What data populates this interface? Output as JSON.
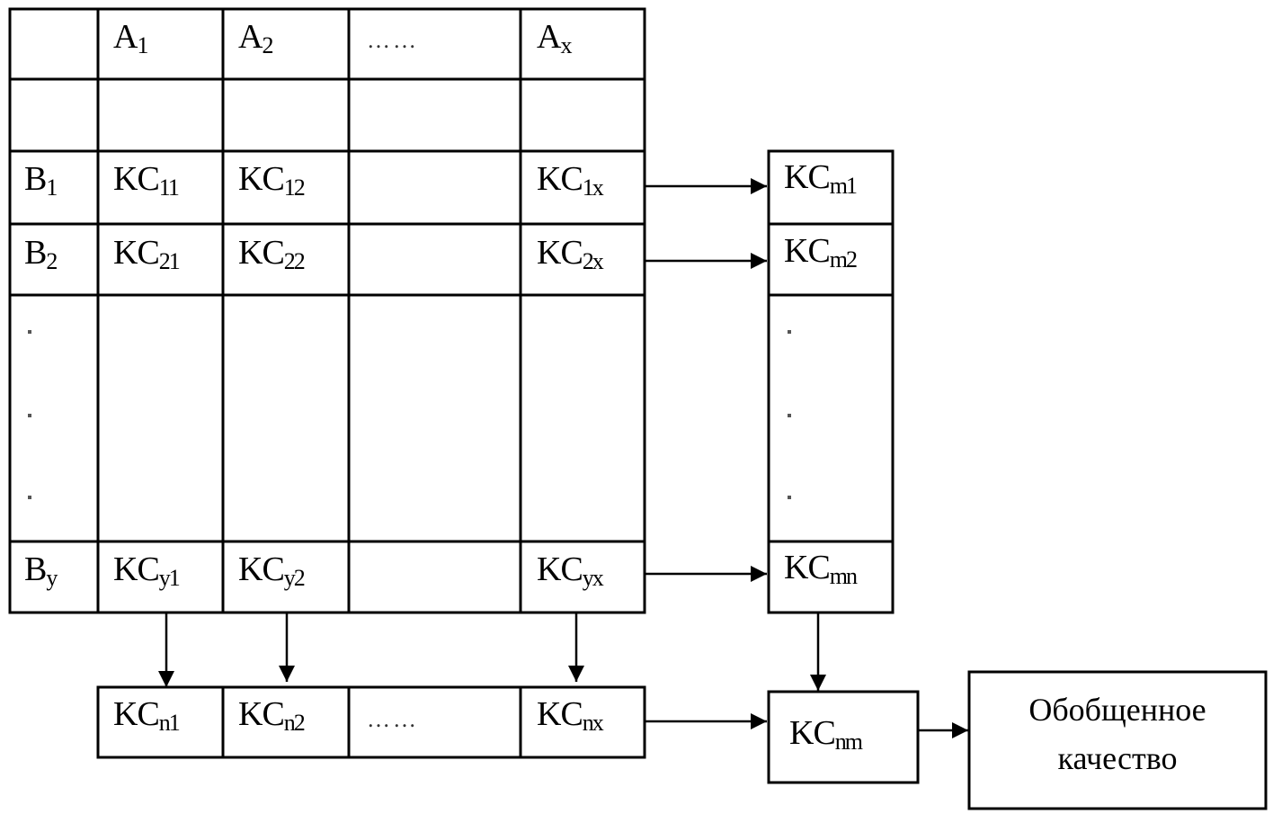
{
  "diagram": {
    "title": "",
    "matrix": {
      "column_headers": [
        {
          "base": "A",
          "sub": "1"
        },
        {
          "base": "A",
          "sub": "2"
        },
        {
          "text": "……"
        },
        {
          "base": "A",
          "sub": "x"
        }
      ],
      "rows": [
        {
          "header": {
            "base": "B",
            "sub": "1"
          },
          "cells": [
            {
              "base": "KC",
              "sub": "11"
            },
            {
              "base": "KC",
              "sub": "12"
            },
            null,
            {
              "base": "KC",
              "sub": "1x"
            }
          ]
        },
        {
          "header": {
            "base": "B",
            "sub": "2"
          },
          "cells": [
            {
              "base": "KC",
              "sub": "21"
            },
            {
              "base": "KC",
              "sub": "22"
            },
            null,
            {
              "base": "KC",
              "sub": "2x"
            }
          ]
        },
        {
          "header": {
            "base": "B",
            "sub": "y"
          },
          "cells": [
            {
              "base": "KC",
              "sub": "y1"
            },
            {
              "base": "KC",
              "sub": "y2"
            },
            null,
            {
              "base": "KC",
              "sub": "yx"
            }
          ]
        }
      ],
      "ellipsis_rows_marker": "⋮"
    },
    "row_aggregates": [
      {
        "base": "KC",
        "sub": "m1"
      },
      {
        "base": "KC",
        "sub": "m2"
      },
      {
        "base": "KC",
        "sub": "mn"
      }
    ],
    "column_aggregates": [
      {
        "base": "KC",
        "sub": "n1"
      },
      {
        "base": "KC",
        "sub": "n2"
      },
      {
        "text": "……"
      },
      {
        "base": "KC",
        "sub": "nx"
      }
    ],
    "combined": {
      "base": "KC",
      "sub": "nm"
    },
    "result": {
      "line1": "Обобщенное",
      "line2": "качество"
    }
  }
}
